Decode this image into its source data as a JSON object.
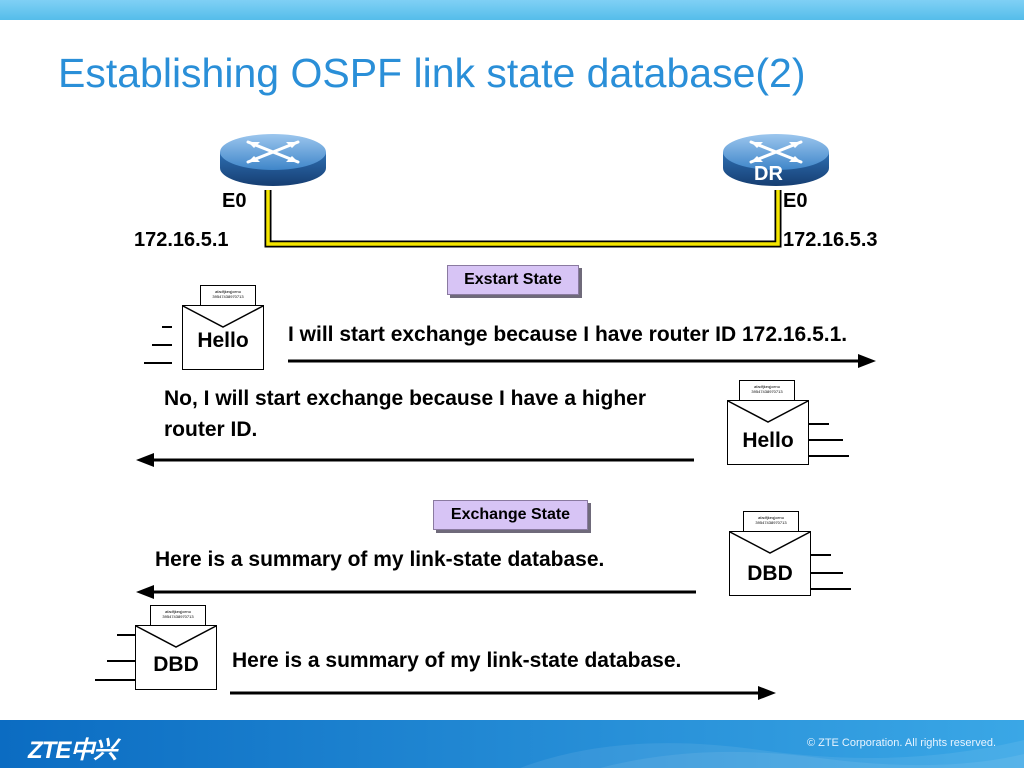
{
  "title": "Establishing OSPF link state database(2)",
  "left_router": {
    "interface": "E0",
    "ip": "172.16.5.1"
  },
  "right_router": {
    "role": "DR",
    "interface": "E0",
    "ip": "172.16.5.3"
  },
  "states": {
    "first": "Exstart State",
    "second": "Exchange State"
  },
  "packets": {
    "hello": "Hello",
    "dbd": "DBD"
  },
  "envelope_note": "afadfjkeqjoenu 39547438970713",
  "messages": {
    "m1": "I will start exchange because I have router ID 172.16.5.1.",
    "m2": "No, I will start exchange because I have a higher router ID.",
    "m3": "Here is a summary of my link-state database.",
    "m4": "Here is a summary of my link-state database."
  },
  "footer": {
    "logo": "ZTE中兴",
    "copyright": "© ZTE Corporation. All rights reserved."
  },
  "colors": {
    "title": "#2a8fd8",
    "link": "#f5e600",
    "state_box": "#d7c4f5",
    "footer": "#0b6cc2",
    "router": "#3f86c9"
  },
  "icons": [
    "router-icon",
    "envelope-icon",
    "arrow-right-icon",
    "arrow-left-icon"
  ]
}
